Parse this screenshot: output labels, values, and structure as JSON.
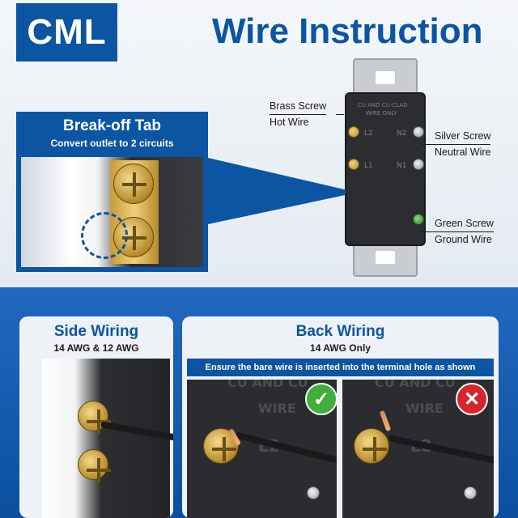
{
  "brand": {
    "logo": "CML",
    "title": "Wire Instruction",
    "color": "#0b55a3"
  },
  "callouts": {
    "brass": [
      "Brass Screw",
      "Hot Wire"
    ],
    "silver": [
      "Silver Screw",
      "Neutral Wire"
    ],
    "green": [
      "Green Screw",
      "Ground Wire"
    ]
  },
  "outlet": {
    "top_label": "CU AND CU-CLAD",
    "wire_label": "WIRE ONLY",
    "l2": "L2",
    "n2": "N2",
    "l1": "L1",
    "n1": "N1"
  },
  "break_off": {
    "title": "Break-off Tab",
    "subtitle": "Convert outlet to 2 circuits"
  },
  "side_wiring": {
    "title": "Side Wiring",
    "subtitle": "14 AWG & 12 AWG"
  },
  "back_wiring": {
    "title": "Back Wiring",
    "subtitle": "14 AWG Only",
    "note": "Ensure the bare wire is inserted into the terminal hole as shown",
    "wire_text": "WIRE",
    "top_text": "CU AND CU",
    "l2": "L2",
    "correct_icon": "check-icon",
    "incorrect_icon": "cross-icon"
  },
  "colors": {
    "check": "#3fae3a",
    "cross": "#d6262c",
    "brass": "#c89a38"
  }
}
